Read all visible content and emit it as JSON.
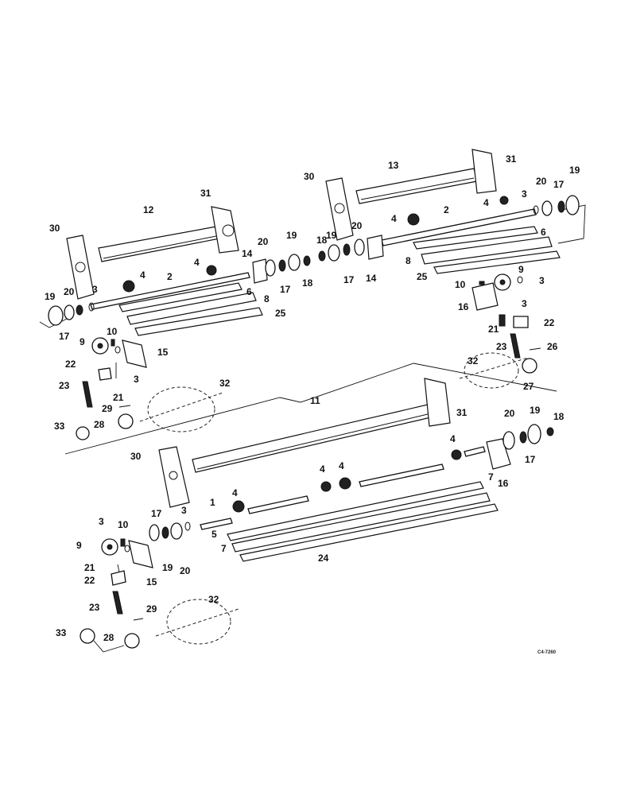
{
  "callouts": {
    "upper_left": {
      "n30": "30",
      "n12": "12",
      "n31": "31",
      "n4a": "4",
      "n4b": "4",
      "n2": "2",
      "n14": "14",
      "n20": "20",
      "n19": "19",
      "n17": "17",
      "n18": "18",
      "n6": "6",
      "n8": "8",
      "n25": "25",
      "n19b": "19",
      "n20b": "20",
      "n3": "3",
      "n17b": "17",
      "n9": "9",
      "n10": "10",
      "n15": "15",
      "n22": "22",
      "n3b": "3",
      "n23": "23",
      "n21": "21",
      "n32": "32",
      "n29": "29",
      "n28": "28",
      "n33": "33"
    },
    "upper_right": {
      "n30": "30",
      "n13": "13",
      "n31": "31",
      "n4": "4",
      "n2": "2",
      "n20": "20",
      "n19": "19",
      "n17": "17",
      "n3": "3",
      "n18": "18",
      "n19b": "19",
      "n17b": "17",
      "n20b": "20",
      "n14": "14",
      "n6": "6",
      "n8": "8",
      "n25": "25",
      "n9": "9",
      "n10": "10",
      "n3b": "3",
      "n16": "16",
      "n3c": "3",
      "n21": "21",
      "n22": "22",
      "n23": "23",
      "n26": "26",
      "n32": "32",
      "n27": "27"
    },
    "lower": {
      "n11": "11",
      "n31": "31",
      "n30": "30",
      "n4": "4",
      "n4b": "4",
      "n4c": "4",
      "n4d": "4",
      "n20": "20",
      "n19": "19",
      "n18": "18",
      "n17": "17",
      "n16": "16",
      "n7": "7",
      "n7b": "7",
      "n1": "1",
      "n5": "5",
      "n24": "24",
      "n3": "3",
      "n10": "10",
      "n17b": "17",
      "n9": "9",
      "n19b": "19",
      "n20b": "20",
      "n21": "21",
      "n22": "22",
      "n15": "15",
      "n23": "23",
      "n29": "29",
      "n32": "32",
      "n33": "33",
      "n28": "28"
    }
  },
  "figure_code": "C4-7260"
}
